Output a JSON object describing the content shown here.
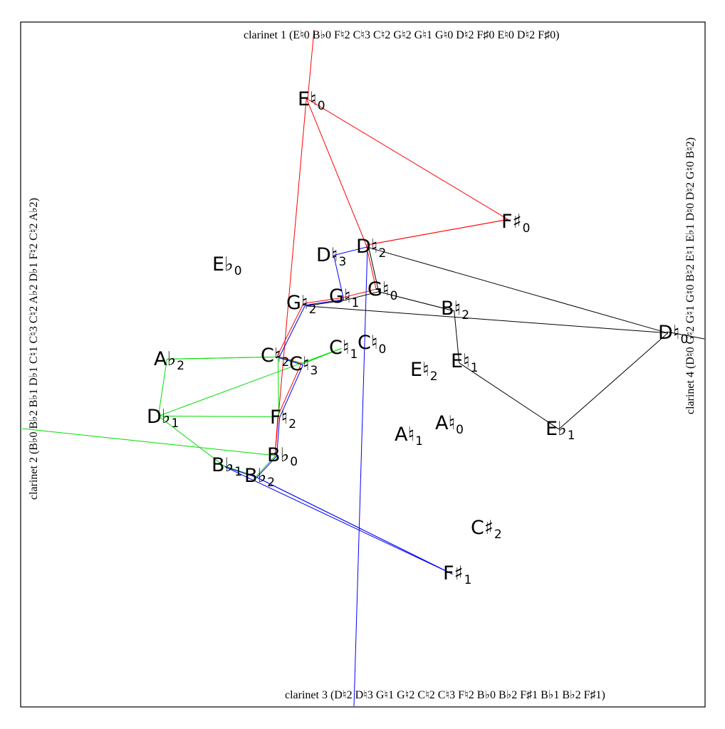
{
  "colors": {
    "clarinet1": "#ff0000",
    "clarinet2": "#00dd00",
    "clarinet3": "#0000ff",
    "clarinet4": "#000000",
    "frame": "#000000",
    "background": "#ffffff"
  },
  "labels": {
    "clarinet1": "clarinet 1  (E♮0 B♭0 F♮2 C♮3 C♮2 G♮2 G♮1 G♮0 D♮2 F♯0 E♮0 D♮2 F♯0)",
    "clarinet2": "clarinet 2  (B♭0 B♭2 B♭1 D♭1 C♮1 C♮3 C♮2 A♭2 D♭1 F♮2 C♮2 A♭2)",
    "clarinet3": "clarinet 3  (D♮2 D♮3 G♮1 G♮2 C♮2 C♮3 F♮2 B♭0 B♭2 F♯1 B♭1 B♭2 F♯1)",
    "clarinet4": "clarinet 4  (D♮0 G♮2 G♮1 G♮0 B♮2 E♮1 E♭1 D♮0 D♮2 G♮0 B♮2)"
  },
  "nodes": [
    {
      "id": "E0",
      "letter": "E♮",
      "sub": "0"
    },
    {
      "id": "Fs0",
      "letter": "F♯",
      "sub": "0"
    },
    {
      "id": "D2",
      "letter": "D♮",
      "sub": "2"
    },
    {
      "id": "D3",
      "letter": "D♮",
      "sub": "3"
    },
    {
      "id": "Eb0",
      "letter": "E♭",
      "sub": "0"
    },
    {
      "id": "G2",
      "letter": "G♮",
      "sub": "2"
    },
    {
      "id": "G1",
      "letter": "G♮",
      "sub": "1"
    },
    {
      "id": "G0",
      "letter": "G♮",
      "sub": "0"
    },
    {
      "id": "B2",
      "letter": "B♮",
      "sub": "2"
    },
    {
      "id": "D0",
      "letter": "D♮",
      "sub": "0"
    },
    {
      "id": "Ab2",
      "letter": "A♭",
      "sub": "2"
    },
    {
      "id": "C2",
      "letter": "C♮",
      "sub": "2"
    },
    {
      "id": "C3",
      "letter": "C♮",
      "sub": "3"
    },
    {
      "id": "C1",
      "letter": "C♮",
      "sub": "1"
    },
    {
      "id": "C0",
      "letter": "C♮",
      "sub": "0"
    },
    {
      "id": "E2",
      "letter": "E♮",
      "sub": "2"
    },
    {
      "id": "E1",
      "letter": "E♮",
      "sub": "1"
    },
    {
      "id": "Db1",
      "letter": "D♭",
      "sub": "1"
    },
    {
      "id": "F2",
      "letter": "F♮",
      "sub": "2"
    },
    {
      "id": "A1",
      "letter": "A♮",
      "sub": "1"
    },
    {
      "id": "A0",
      "letter": "A♮",
      "sub": "0"
    },
    {
      "id": "Eb1",
      "letter": "E♭",
      "sub": "1"
    },
    {
      "id": "Bb0",
      "letter": "B♭",
      "sub": "0"
    },
    {
      "id": "Bb1",
      "letter": "B♭",
      "sub": "1"
    },
    {
      "id": "Bb2",
      "letter": "B♭",
      "sub": "2"
    },
    {
      "id": "Cs2",
      "letter": "C♯",
      "sub": "2"
    },
    {
      "id": "Fs1",
      "letter": "F♯",
      "sub": "1"
    }
  ],
  "paths": [
    {
      "voice": "clarinet1",
      "color_key": "clarinet1",
      "sequence": [
        "E0",
        "Bb0",
        "F2",
        "C3",
        "C2",
        "G2",
        "G1",
        "G0",
        "D2",
        "Fs0",
        "E0",
        "D2",
        "Fs0"
      ]
    },
    {
      "voice": "clarinet2",
      "color_key": "clarinet2",
      "sequence": [
        "Bb0",
        "Bb2",
        "Bb1",
        "Db1",
        "C1",
        "C3",
        "C2",
        "Ab2",
        "Db1",
        "F2",
        "C2",
        "Ab2"
      ]
    },
    {
      "voice": "clarinet3",
      "color_key": "clarinet3",
      "sequence": [
        "D2",
        "D3",
        "G1",
        "G2",
        "C2",
        "C3",
        "F2",
        "Bb0",
        "Bb2",
        "Fs1",
        "Bb1",
        "Bb2",
        "Fs1"
      ]
    },
    {
      "voice": "clarinet4",
      "color_key": "clarinet4",
      "sequence": [
        "D0",
        "G2",
        "G1",
        "G0",
        "B2",
        "E1",
        "Eb1",
        "D0",
        "D2",
        "G0",
        "B2"
      ]
    }
  ]
}
